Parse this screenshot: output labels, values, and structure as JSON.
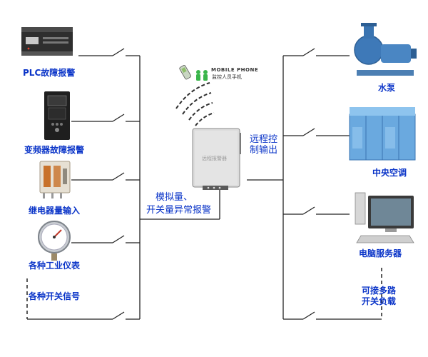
{
  "left_devices": [
    {
      "id": "plc",
      "label": "PLC故障报警",
      "icon": "plc-module-icon"
    },
    {
      "id": "vfd",
      "label": "变频器故障报警",
      "icon": "frequency-inverter-icon"
    },
    {
      "id": "relay",
      "label": "继电器量输入",
      "icon": "relay-icon"
    },
    {
      "id": "gauge",
      "label": "各种工业仪表",
      "icon": "pressure-gauge-icon"
    },
    {
      "id": "switch",
      "label": "各种开关信号",
      "icon": ""
    }
  ],
  "right_devices": [
    {
      "id": "pump",
      "label": "水泵",
      "icon": "water-pump-icon"
    },
    {
      "id": "ac",
      "label": "中央空调",
      "icon": "air-conditioner-icon"
    },
    {
      "id": "server",
      "label": "电脑服务器",
      "icon": "computer-server-icon"
    },
    {
      "id": "multi",
      "label": "可接多路开关负载",
      "icon": ""
    }
  ],
  "center": {
    "phone_brand": "MOBILE PHONE",
    "phone_caption": "监控人员手机",
    "device_label": "远程报警器",
    "input_label_line1": "模拟量、",
    "input_label_line2": "开关量异常报警",
    "output_label": "远程控制输出"
  },
  "colors": {
    "label": "#0a34c8",
    "wire": "#222222",
    "signal": "#2f2f2f",
    "device_body": "#dcdcdc"
  }
}
